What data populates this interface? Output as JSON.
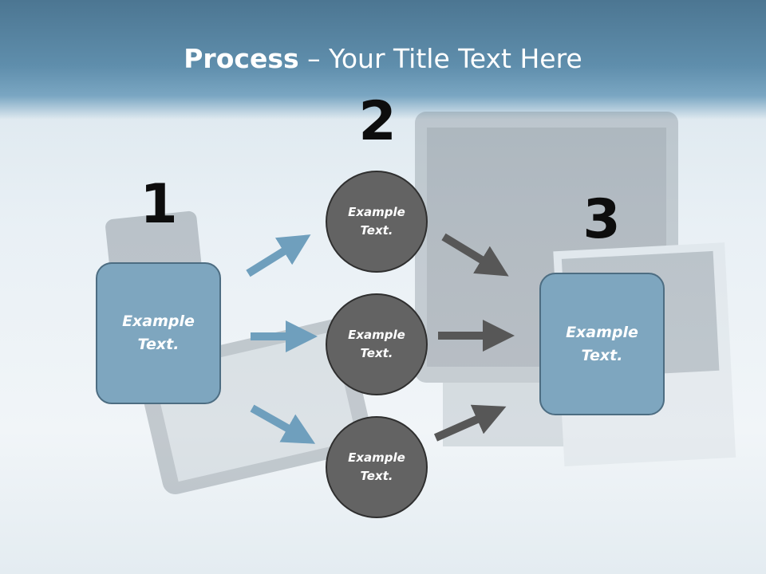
{
  "title": {
    "bold": "Process",
    "rest": " – Your Title Text Here"
  },
  "steps": [
    {
      "number": "1",
      "label_line1": "Example",
      "label_line2": "Text."
    },
    {
      "number": "2"
    },
    {
      "number": "3",
      "label_line1": "Example",
      "label_line2": "Text."
    }
  ],
  "circles": [
    {
      "line1": "Example",
      "line2": "Text."
    },
    {
      "line1": "Example",
      "line2": "Text."
    },
    {
      "line1": "Example",
      "line2": "Text."
    }
  ],
  "colors": {
    "box_fill": "#7ea6bf",
    "circle_fill": "#636363",
    "arrow_blue": "#6f9fbd",
    "arrow_dark": "#575757"
  }
}
